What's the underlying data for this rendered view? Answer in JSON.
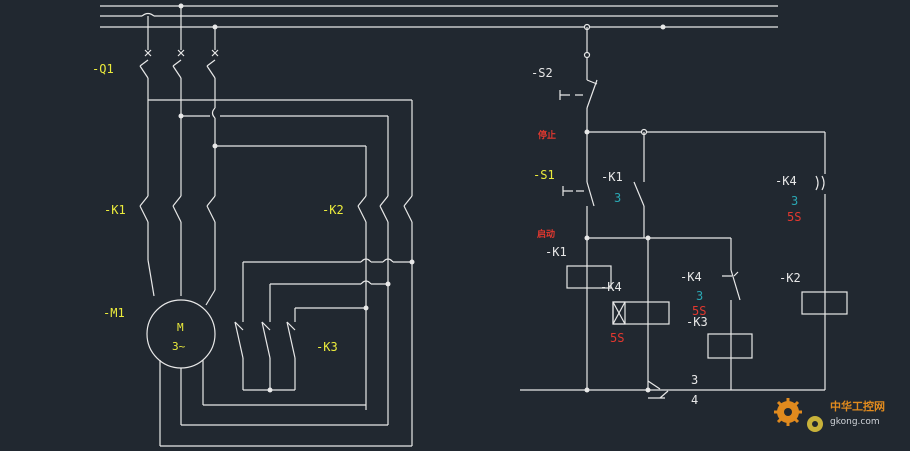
{
  "labels": {
    "q1": "-Q1",
    "k1_main": "-K1",
    "k2_main": "-K2",
    "m1": "-M1",
    "motor_m": "M",
    "motor_3": "3~",
    "k3_main": "-K3",
    "s2": "-S2",
    "stop_cn": "停止",
    "s1": "-S1",
    "k1_contact": "-K1",
    "k1_contact_num": "3",
    "start_cn": "启动",
    "k1_coil": "-K1",
    "k4_timer": "-K4",
    "k4_timer_time": "5S",
    "k4_contact": "-K4",
    "k4_contact_num": "3",
    "k4_contact_time": "5S",
    "k3_coil": "-K3",
    "k4_right": "-K4",
    "k4_right_num": "3",
    "k4_right_time": "5S",
    "k2_coil": "-K2",
    "terminal_3": "3",
    "terminal_4": "4"
  },
  "watermark": {
    "cn": "中华工控网",
    "en": "gkong.com"
  },
  "colors": {
    "background": "#212830",
    "wire": "#e8e8e8",
    "label_yellow": "#ecec3c",
    "label_cyan": "#2aa7b3",
    "label_red": "#e2382f",
    "watermark_orange": "#e08a1e"
  }
}
